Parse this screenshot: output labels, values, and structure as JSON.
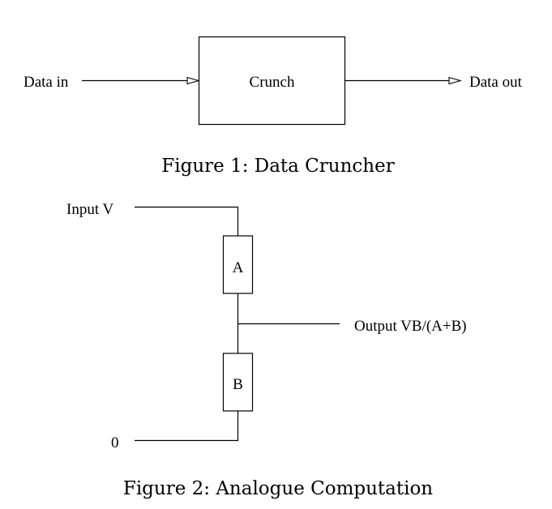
{
  "figure1": {
    "input_label": "Data in",
    "process_label": "Crunch",
    "output_label": "Data out",
    "caption": "Figure 1: Data Cruncher"
  },
  "figure2": {
    "input_label": "Input V",
    "resistor_a_label": "A",
    "resistor_b_label": "B",
    "output_label": "Output VB/(A+B)",
    "ground_label": "0",
    "caption": "Figure 2: Analogue Computation"
  }
}
